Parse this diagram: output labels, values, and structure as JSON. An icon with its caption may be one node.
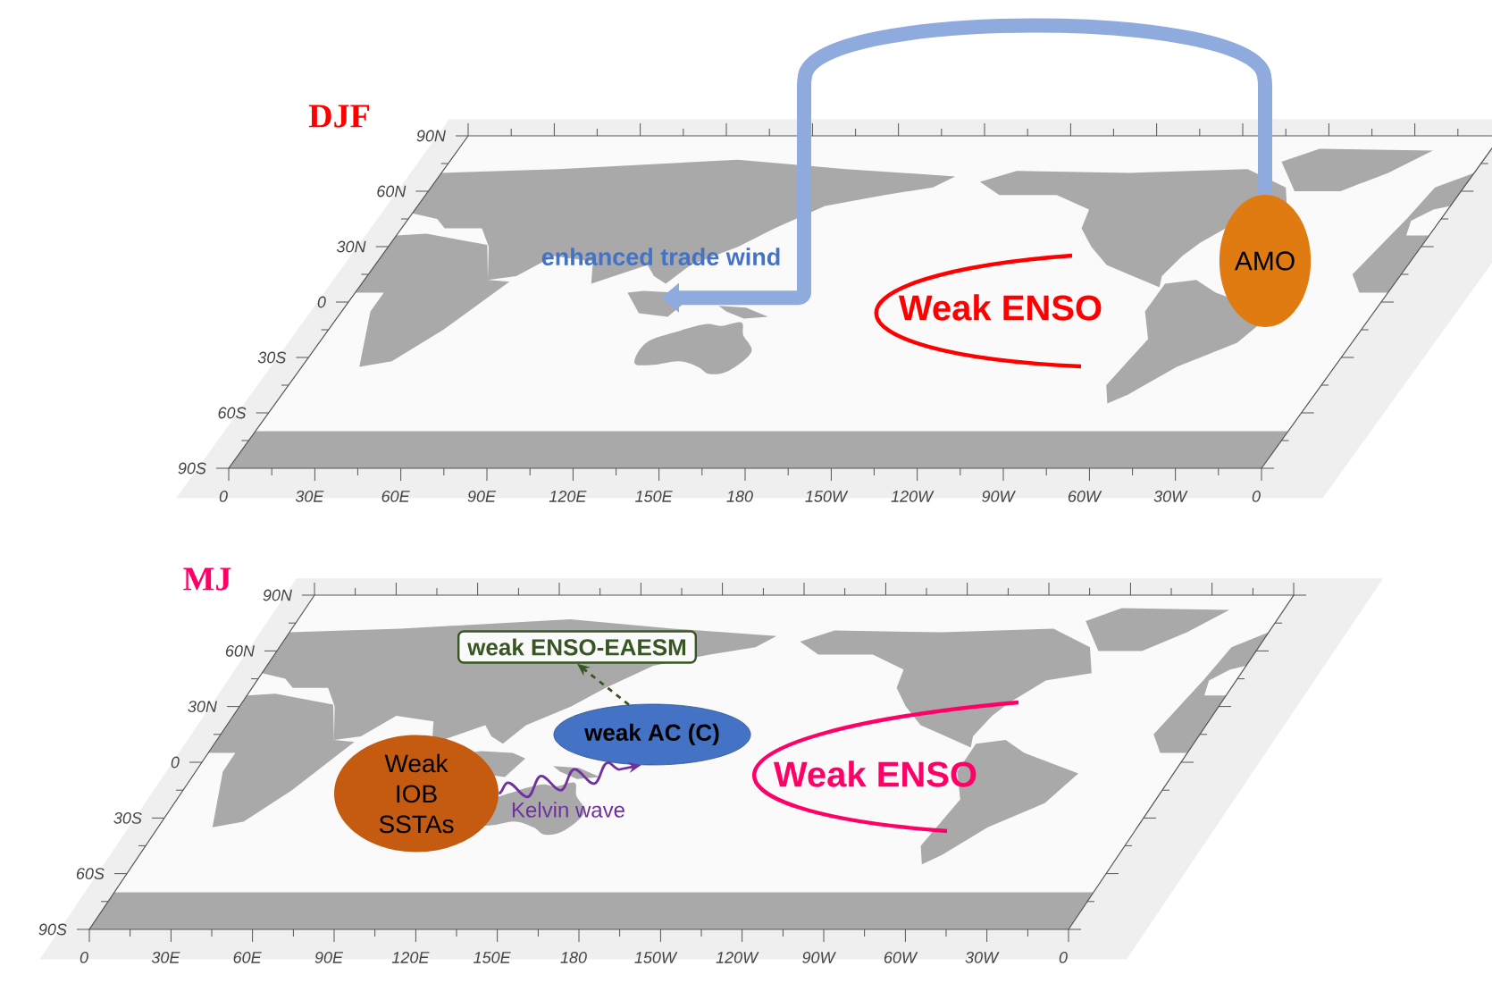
{
  "diagram": {
    "nodes": [
      {
        "text": [
          "AMO"
        ]
      },
      {
        "text": [
          "enhanced trade wind"
        ]
      },
      {
        "text": [
          "weak ENSO-EAESM"
        ]
      },
      {
        "text": [
          "weak AC (C)"
        ]
      },
      {
        "text": [
          "Weak IOB SSTAs"
        ]
      }
    ],
    "edges": [
      {
        "from": 0,
        "to": 1,
        "arrow": "to",
        "style": "thick",
        "color": "#8faadc"
      },
      {
        "from": 3,
        "to": 2,
        "arrow": "to",
        "style": "dashed",
        "color": "#375623"
      },
      {
        "from": 4,
        "to": 3,
        "arrow": "to",
        "label": "Kelvin wave",
        "color": "#7030a0"
      }
    ],
    "labels": [
      "DJF",
      "90N",
      "60N",
      "30N",
      "0",
      "30S",
      "60S",
      "90S",
      "Weak ENSO",
      "0",
      "30E",
      "60E",
      "90E",
      "120E",
      "150E",
      "180",
      "150W",
      "120W",
      "90W",
      "60W",
      "30W",
      "0",
      "MJ",
      "90N",
      "60N",
      "30N",
      "0",
      "30S",
      "60S",
      "90S",
      "Weak ENSO",
      "0",
      "30E",
      "60E",
      "90E",
      "120E",
      "150E",
      "180",
      "150W",
      "120W",
      "90W",
      "60W",
      "30W",
      "0"
    ]
  }
}
